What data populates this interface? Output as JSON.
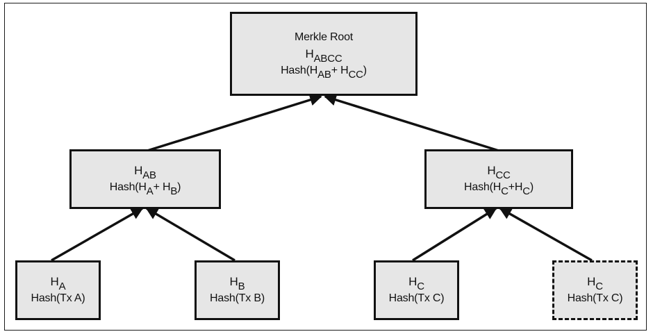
{
  "colors": {
    "node_fill": "#e6e6e6",
    "border": "#111111",
    "text": "#111111"
  },
  "nodes": {
    "root": {
      "title": "Merkle Root",
      "h": "H",
      "h_sub": "ABCC",
      "hash_pre": "Hash(H",
      "hash_sub1": "AB",
      "hash_mid": "+ H",
      "hash_sub2": "CC",
      "hash_post": ")"
    },
    "ab": {
      "h": "H",
      "h_sub": "AB",
      "hash_pre": "Hash(H",
      "hash_sub1": "A",
      "hash_mid": "+ H",
      "hash_sub2": "B",
      "hash_post": ")"
    },
    "cc": {
      "h": "H",
      "h_sub": "CC",
      "hash_pre": "Hash(H",
      "hash_sub1": "C",
      "hash_mid": "+H",
      "hash_sub2": "C",
      "hash_post": ")"
    },
    "a": {
      "h": "H",
      "h_sub": "A",
      "hash": "Hash(Tx A)"
    },
    "b": {
      "h": "H",
      "h_sub": "B",
      "hash": "Hash(Tx B)"
    },
    "c": {
      "h": "H",
      "h_sub": "C",
      "hash": "Hash(Tx C)"
    },
    "c_dup": {
      "h": "H",
      "h_sub": "C",
      "hash": "Hash(Tx C)"
    }
  }
}
